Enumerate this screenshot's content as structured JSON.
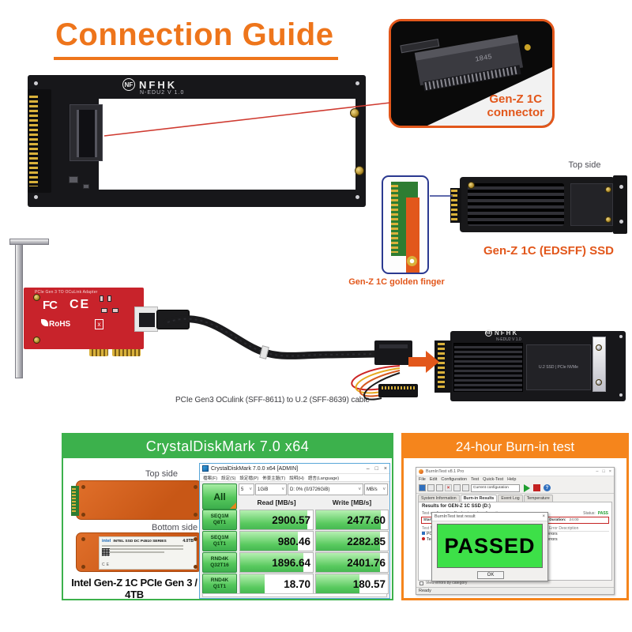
{
  "title": "Connection Guide",
  "board": {
    "brand": "NFHK",
    "monogram": "NF",
    "model": "N-EDU2 V 1.0"
  },
  "callout": {
    "line1": "Gen-Z 1C",
    "line2": "connector",
    "chip_marking": "1845"
  },
  "golden_finger_label": "Gen-Z 1C golden finger",
  "edsff": {
    "top_side": "Top side",
    "label": "Gen-Z 1C (EDSFF) SSD"
  },
  "pcie_card": {
    "silk": "PCIe Gen 3 TO OCuLink Adapter",
    "fcc": "FC",
    "ce": "CE",
    "rohs": "RoHS",
    "trash": "x"
  },
  "cable_label": "PCIe Gen3 OCulink (SFF-8611) to U.2 (SFF-8639) cable",
  "assembled": {
    "brand": "NFHK",
    "monogram": "NF",
    "model": "N-EDU2 V 1.0",
    "panel_text": "U.2 SSD | PCIe NVMe"
  },
  "bench": {
    "header": "CrystalDiskMark 7.0 x64",
    "top_side": "Top side",
    "bottom_side": "Bottom side",
    "sticker": {
      "brand": "intel",
      "line": "INTEL SSD DC P4510 SERIES",
      "capacity": "4.0TB",
      "certs": "CE"
    },
    "caption": "Intel Gen-Z 1C PCIe Gen 3 / 4TB",
    "cdm": {
      "title": "CrystalDiskMark 7.0.0 x64 [ADMIN]",
      "min": "–",
      "max": "□",
      "close": "×",
      "menu": [
        "檔案(F)",
        "設定(S)",
        "設定檔(P)",
        "佈景主題(T)",
        "說明(H)",
        "語言(Language)"
      ],
      "all": "All",
      "dd_count": "5",
      "dd_size": "1GiB",
      "dd_drive": "D: 0% (0/3726GiB)",
      "dd_unit": "MB/s",
      "chev": "˅",
      "read_header": "Read [MB/s]",
      "write_header": "Write [MB/s]",
      "rows": [
        {
          "l1": "SEQ1M",
          "l2": "Q8T1",
          "read": "2900.57",
          "write": "2477.60"
        },
        {
          "l1": "SEQ1M",
          "l2": "Q1T1",
          "read": "980.46",
          "write": "2282.85"
        },
        {
          "l1": "RND4K",
          "l2": "Q32T16",
          "read": "1896.64",
          "write": "2401.76"
        },
        {
          "l1": "RND4K",
          "l2": "Q1T1",
          "read": "18.70",
          "write": "180.57"
        }
      ]
    }
  },
  "burnin": {
    "header": "24-hour Burn-in test",
    "win": {
      "title": "BurnInTest v8.1 Pro",
      "min": "–",
      "max": "□",
      "close": "×",
      "menu": [
        "File",
        "Edit",
        "Configuration",
        "Test",
        "Quick-Test",
        "Help"
      ],
      "config_dropdown": "Current configuration",
      "tabs": [
        "System Information",
        "Burn-in Results",
        "Event Log",
        "Temperature"
      ],
      "heading": "Results for GEN-Z 1C SSD (D:)",
      "config_line": "Test configuration file:  Last used configuration",
      "status_label": "Status:",
      "status_value": "PASS",
      "start_label": "Start time:",
      "start_value": "Thu Jan 09 12:00 2020",
      "stop_label": "Stop time:",
      "stop_value": "Fri Jan 10 12:00 2020",
      "duration_label": "Duration:",
      "duration_value": "24:00",
      "cols": [
        "Test Name",
        "Cycle",
        "Operations",
        "Errors",
        "Last Error Description"
      ],
      "rows": [
        [
          "PCIe Disk (D:)",
          "2035",
          "231 Trillion",
          "0",
          "No errors"
        ],
        [
          "Temperature",
          "-",
          "-",
          "0",
          "No errors"
        ]
      ],
      "dialog": {
        "title": "BurnInTest test result",
        "result": "PASSED",
        "ok": "OK"
      },
      "footer": "View errors by category",
      "status_bar": "Ready"
    }
  }
}
